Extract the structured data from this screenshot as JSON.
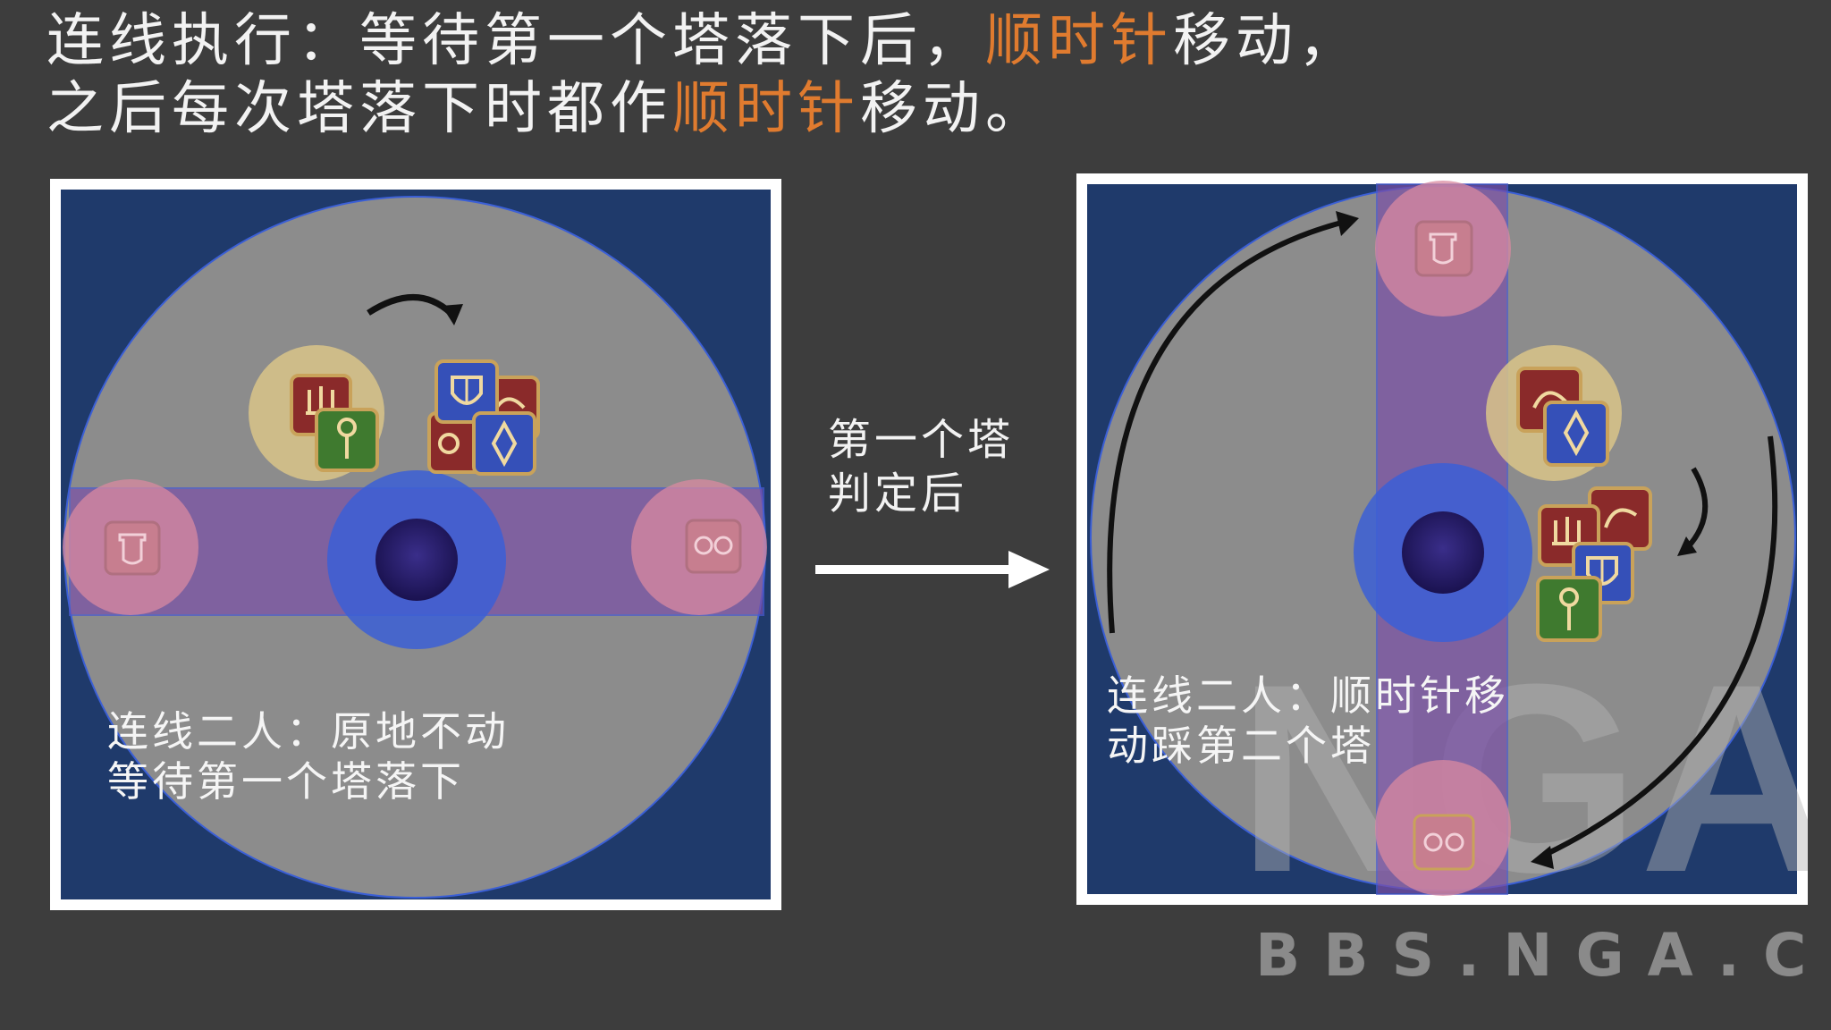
{
  "heading": {
    "line1_a": "连线执行：等待第一个塔落下后，",
    "line1_hl": "顺时针",
    "line1_b": "移动，",
    "line2_a": "之后每次塔落下时都作",
    "line2_hl": "顺时针",
    "line2_b": "移动。"
  },
  "arrow_label": {
    "line1": "第一个塔",
    "line2": "判定后"
  },
  "left_panel": {
    "note_line1": "连线二人：原地不动",
    "note_line2": "等待第一个塔落下"
  },
  "right_panel": {
    "note_line1": "连线二人：顺时针移",
    "note_line2": "动踩第二个塔",
    "watermark": "NGA"
  },
  "footer_watermark": "BBS.NGA.CN",
  "colors": {
    "background": "#3d3d3d",
    "arena_bg": "#1f3a6b",
    "floor": "#8a8a8a",
    "highlight_text": "#e07b2f",
    "purple_band": "#7a4fa8",
    "tower_pink": "#d98aa0",
    "stack_yellow": "#d9c488",
    "boss_blue": "#3b5fd6",
    "boss_core": "#2a1f6b",
    "tank_icon": "#3550b8",
    "healer_icon": "#3f7a2f",
    "dps_icon": "#8a2a2a"
  },
  "icons": [
    "arrow-right-icon",
    "curved-arrow-icon",
    "tank-icon",
    "healer-icon",
    "melee-dps-icon",
    "ranged-dps-icon",
    "caster-dps-icon",
    "tower-debuff-icon"
  ]
}
